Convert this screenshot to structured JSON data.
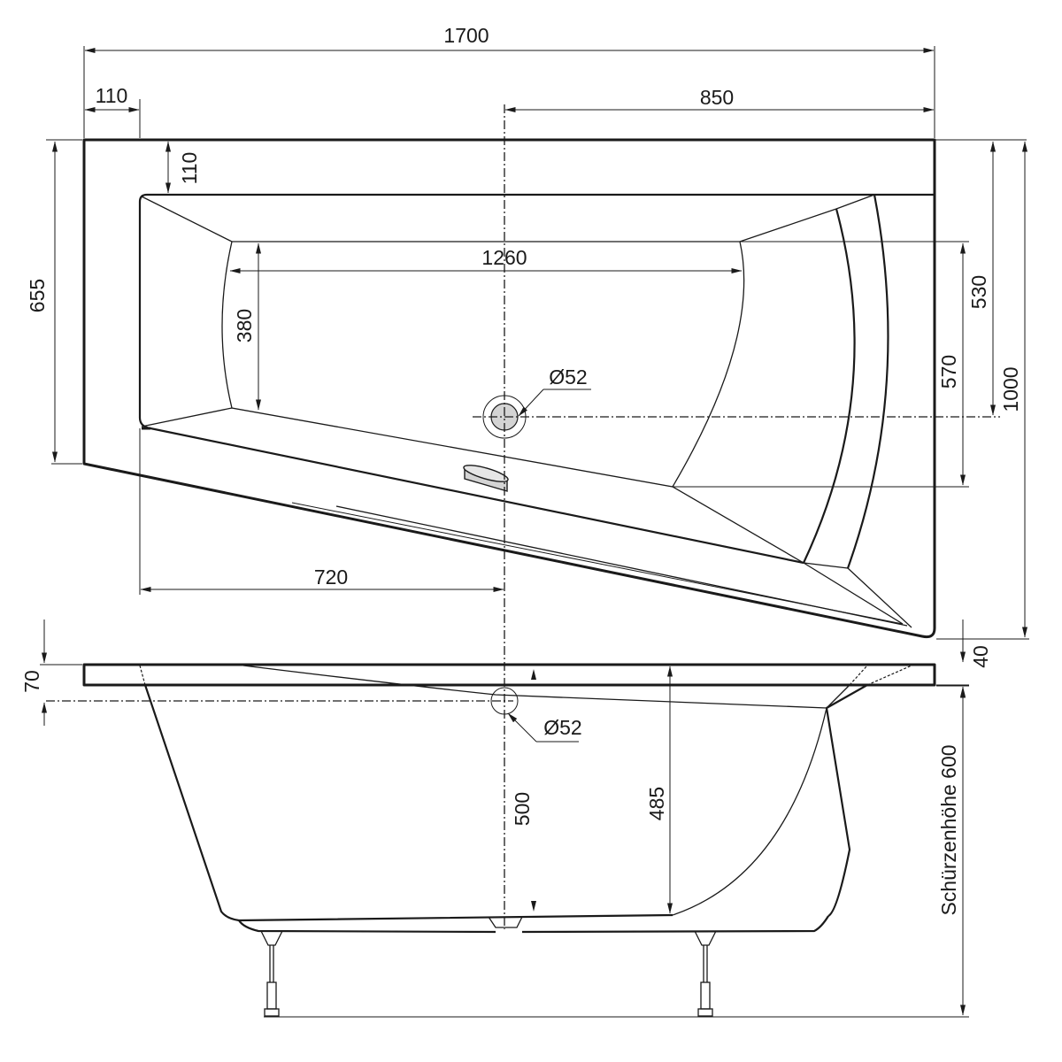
{
  "drawing": {
    "title": "Corner bathtub technical drawing (plan + side elevation), mm",
    "units": "mm",
    "colors": {
      "line": "#1a1a1a",
      "drain_fill": "#d4d4d4",
      "background": "#ffffff"
    }
  },
  "plan_view": {
    "dimensions": {
      "overall_length": "1700",
      "rim_left_width": "110",
      "center_to_right": "850",
      "rim_top_width": "110",
      "left_side_depth": "655",
      "inner_bottom_length": "1260",
      "inner_bottom_width": "380",
      "drain_offset_from_inner": "570",
      "drain_to_back": "530",
      "overall_depth": "1000",
      "left_to_center": "720",
      "gap_plan_to_elevation": "40"
    },
    "drain_label": "Ø52"
  },
  "side_view": {
    "dimensions": {
      "rim_to_drain_center": "70",
      "overflow_label": "Ø52",
      "depth_at_drain": "500",
      "inner_depth": "485"
    },
    "apron_height_label": "Schürzenhöhe 600"
  }
}
